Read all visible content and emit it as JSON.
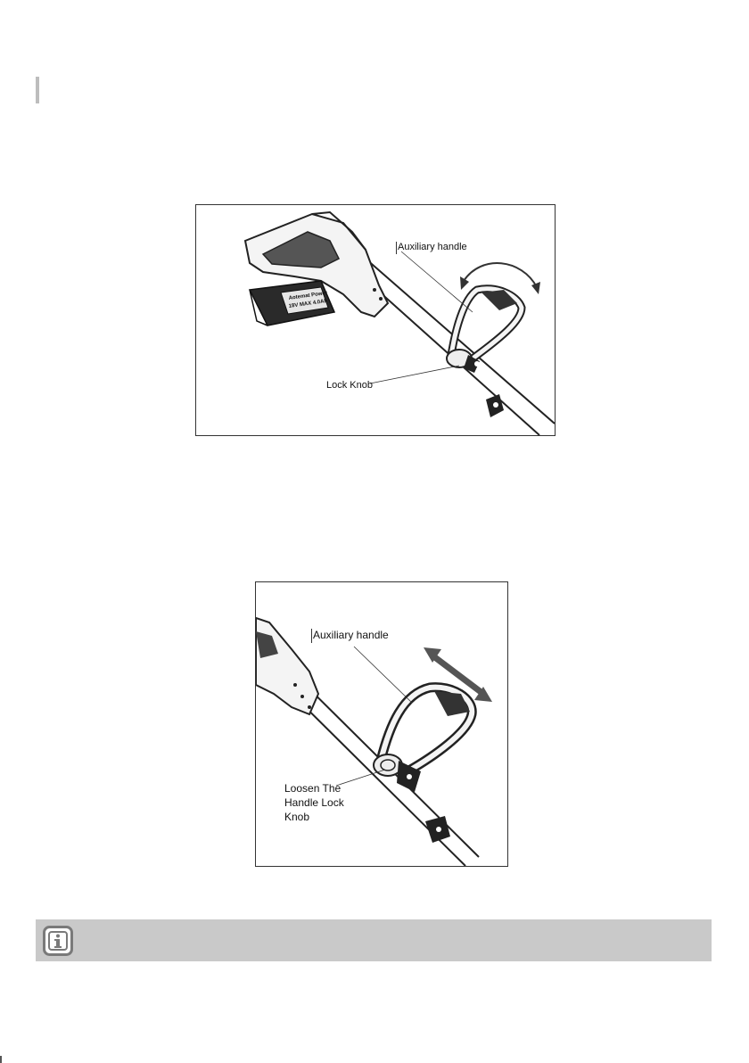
{
  "figures": {
    "fig1": {
      "labels": {
        "auxiliary_handle": "Auxiliary handle",
        "lock_knob": "Lock Knob"
      },
      "battery_brand": "Aotemat Power",
      "battery_rating": "18V MAX 4.0Ah"
    },
    "fig2": {
      "labels": {
        "auxiliary_handle": "Auxiliary handle",
        "loosen_line1": "Loosen The",
        "loosen_line2": "Handle Lock",
        "loosen_line3": "Knob"
      }
    }
  },
  "info_banner": {
    "icon": "info-icon",
    "background": "#c9c9c9"
  }
}
